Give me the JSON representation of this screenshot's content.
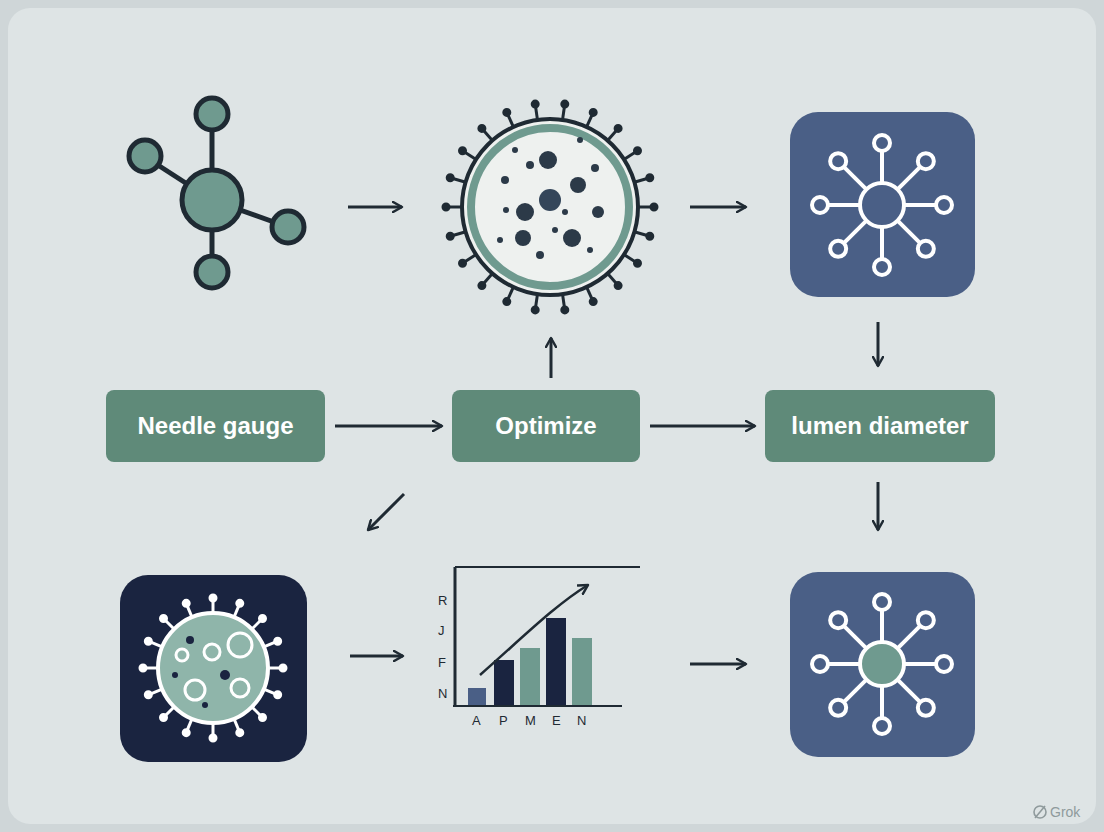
{
  "diagram": {
    "nodes": [
      {
        "text": [
          "Needle gauge"
        ]
      },
      {
        "text": [
          "Optimize"
        ]
      },
      {
        "text": [
          "lumen diameter"
        ]
      }
    ],
    "edges": [
      {
        "from": 0,
        "to": 1,
        "arrow": "to"
      },
      {
        "from": 1,
        "to": 2,
        "arrow": "to"
      }
    ],
    "labels": [
      "R",
      "J",
      "F",
      "N",
      "A",
      "P",
      "M",
      "E",
      "N",
      "Grok"
    ]
  }
}
